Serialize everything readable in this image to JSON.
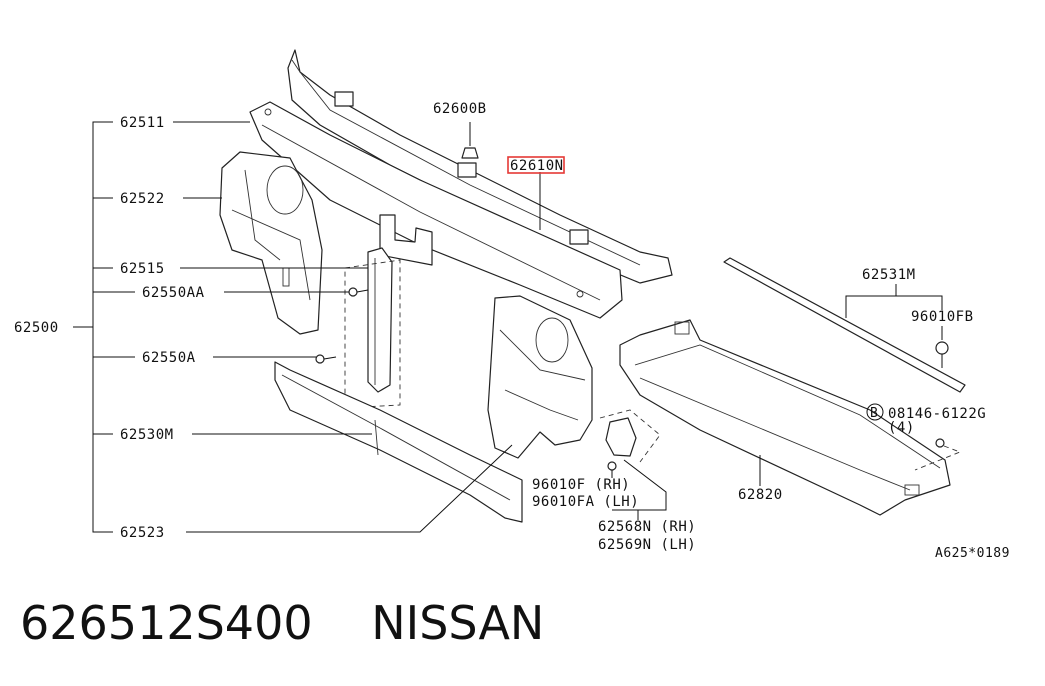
{
  "callouts": {
    "c62600B": "62600B",
    "c62610N": "62610N",
    "c62511": "62511",
    "c62522": "62522",
    "c62515": "62515",
    "c62550AA": "62550AA",
    "c62500": "62500",
    "c62550A": "62550A",
    "c62530M": "62530M",
    "c62523": "62523",
    "c62531M": "62531M",
    "c96010FB": "96010FB",
    "c08146": "08146-6122G",
    "c08146_qty": "(4)",
    "c08146_circle": "B",
    "c96010F": "96010F (RH)",
    "c96010FA": "96010FA (LH)",
    "c62568N": "62568N (RH)",
    "c62569N": "62569N (LH)",
    "c62820": "62820",
    "ref_code": "A625*0189"
  },
  "highlight": {
    "part": "62610N",
    "color": "#e53935"
  },
  "caption": {
    "part_number": "626512S400",
    "brand": "NISSAN"
  }
}
